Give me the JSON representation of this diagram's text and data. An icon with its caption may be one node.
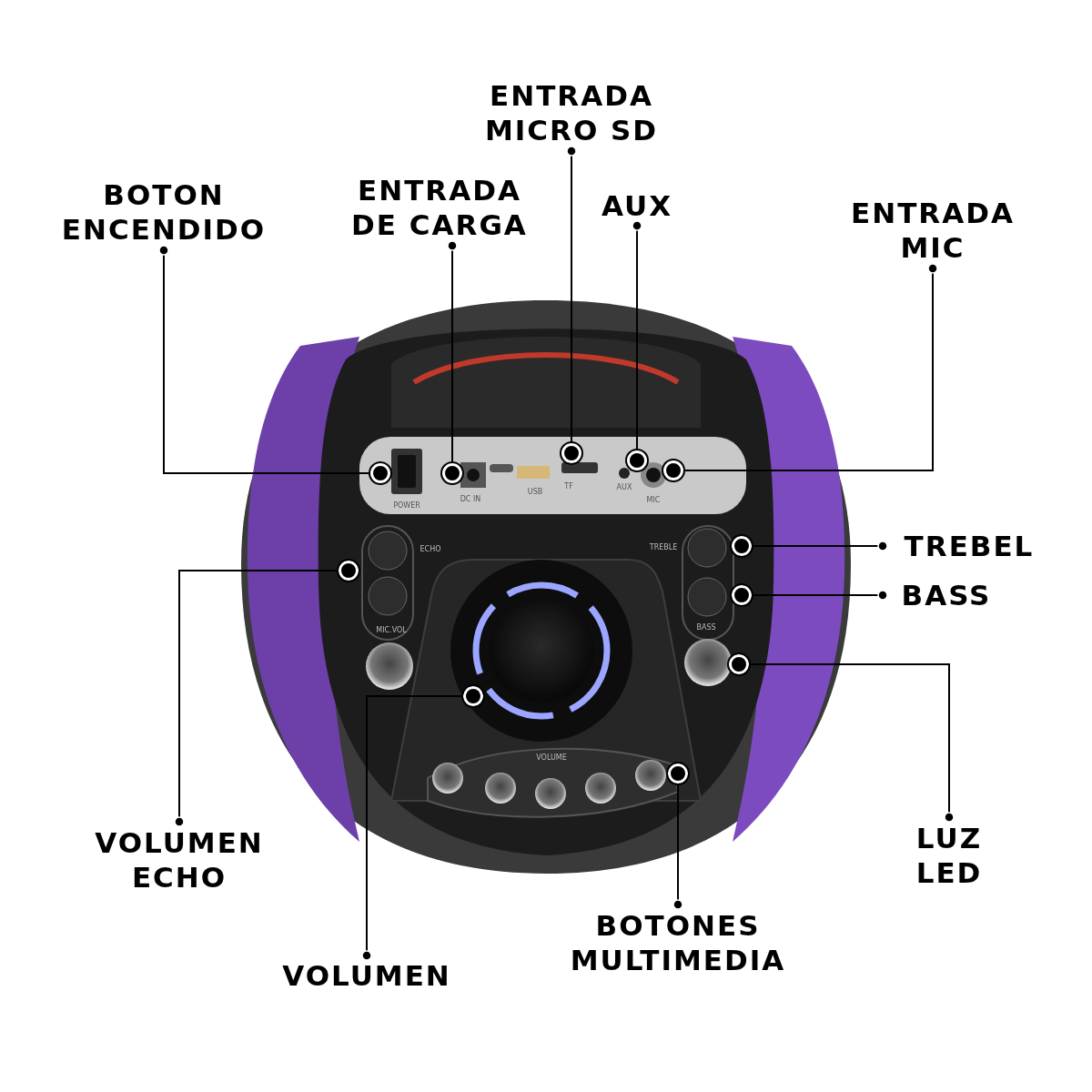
{
  "diagram": {
    "nodes": [
      {
        "text": [
          "BOTON ENCENDIDO"
        ]
      },
      {
        "text": [
          "ENTRADA DE CARGA"
        ]
      },
      {
        "text": [
          "ENTRADA MICRO SD"
        ]
      },
      {
        "text": [
          "AUX"
        ]
      },
      {
        "text": [
          "ENTRADA MIC"
        ]
      },
      {
        "text": [
          "TREBEL"
        ]
      },
      {
        "text": [
          "BASS"
        ]
      },
      {
        "text": [
          "LUZ LED"
        ]
      },
      {
        "text": [
          "VOLUMEN ECHO"
        ]
      },
      {
        "text": [
          "VOLUMEN"
        ]
      },
      {
        "text": [
          "BOTONES MULTIMEDIA"
        ]
      },
      {
        "text": [],
        "shape": "circle"
      },
      {
        "text": [],
        "shape": "circle"
      },
      {
        "text": [],
        "shape": "circle"
      },
      {
        "text": [],
        "shape": "circle"
      },
      {
        "text": [],
        "shape": "circle"
      },
      {
        "text": [],
        "shape": "circle"
      },
      {
        "text": [],
        "shape": "circle"
      },
      {
        "text": [],
        "shape": "circle"
      },
      {
        "text": [],
        "shape": "circle"
      },
      {
        "text": [],
        "shape": "circle"
      },
      {
        "text": [],
        "shape": "circle"
      }
    ],
    "edges": [
      {
        "from": 0,
        "to": 11,
        "arrow": "other"
      },
      {
        "from": 1,
        "to": 12,
        "arrow": "other"
      },
      {
        "from": 2,
        "to": 13,
        "arrow": "other"
      },
      {
        "from": 3,
        "to": 14,
        "arrow": "other"
      },
      {
        "from": 4,
        "to": 15,
        "arrow": "other"
      },
      {
        "from": 5,
        "to": 16,
        "arrow": "other"
      },
      {
        "from": 6,
        "to": 17,
        "arrow": "other"
      },
      {
        "from": 7,
        "to": 18,
        "arrow": "other"
      },
      {
        "from": 8,
        "to": 19,
        "arrow": "other"
      },
      {
        "from": 9,
        "to": 20,
        "arrow": "other"
      },
      {
        "from": 10,
        "to": 21,
        "arrow": "other"
      }
    ],
    "labels": [
      "POWER",
      "DC IN",
      "USB",
      "TF",
      "AUX",
      "MIC",
      "ECHO",
      "MIC.VOL",
      "TREBLE",
      "BASS",
      "VOLUME"
    ]
  }
}
